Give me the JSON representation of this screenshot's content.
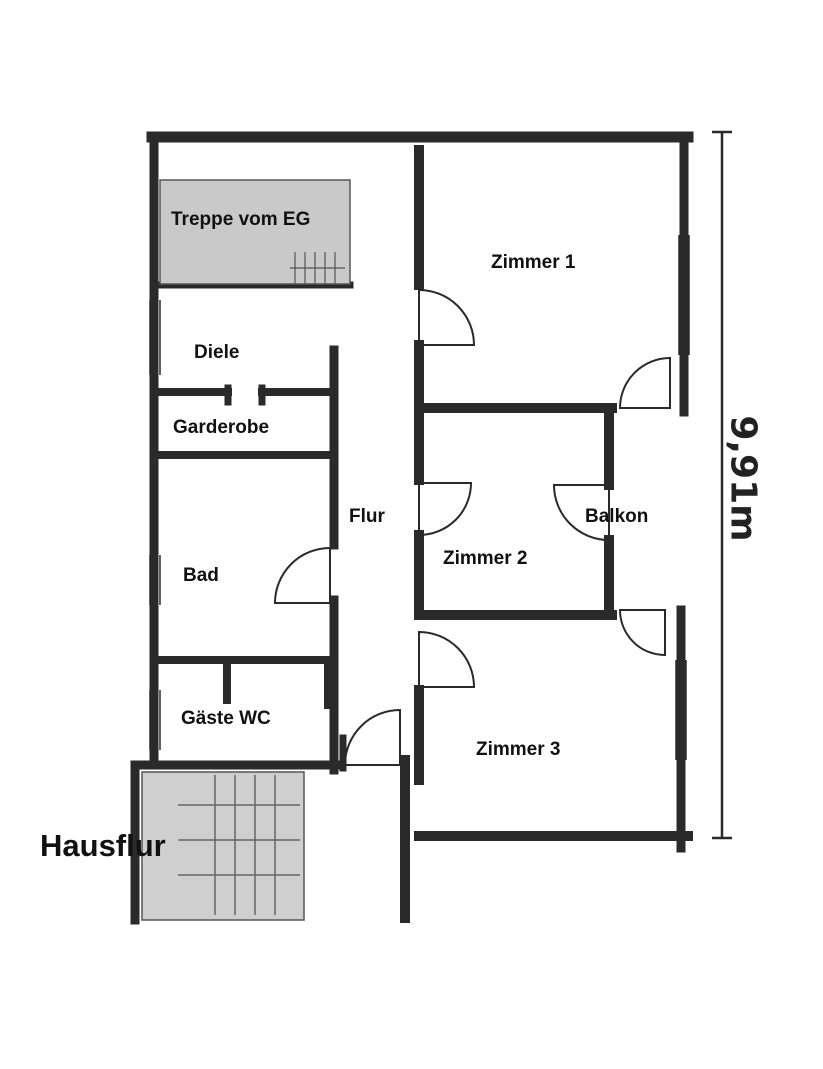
{
  "title": "",
  "rooms": {
    "treppe": "Treppe vom EG",
    "diele": "Diele",
    "garderobe": "Garderobe",
    "bad": "Bad",
    "gaeste_wc": "Gäste WC",
    "flur": "Flur",
    "zimmer1": "Zimmer 1",
    "zimmer2": "Zimmer 2",
    "zimmer3": "Zimmer 3",
    "balkon": "Balkon",
    "hausflur": "Hausflur"
  },
  "dimension": "9,91m",
  "colors": {
    "wall": "#2a2a2a",
    "stair_fill": "#c9c9c9",
    "background": "#ffffff"
  }
}
